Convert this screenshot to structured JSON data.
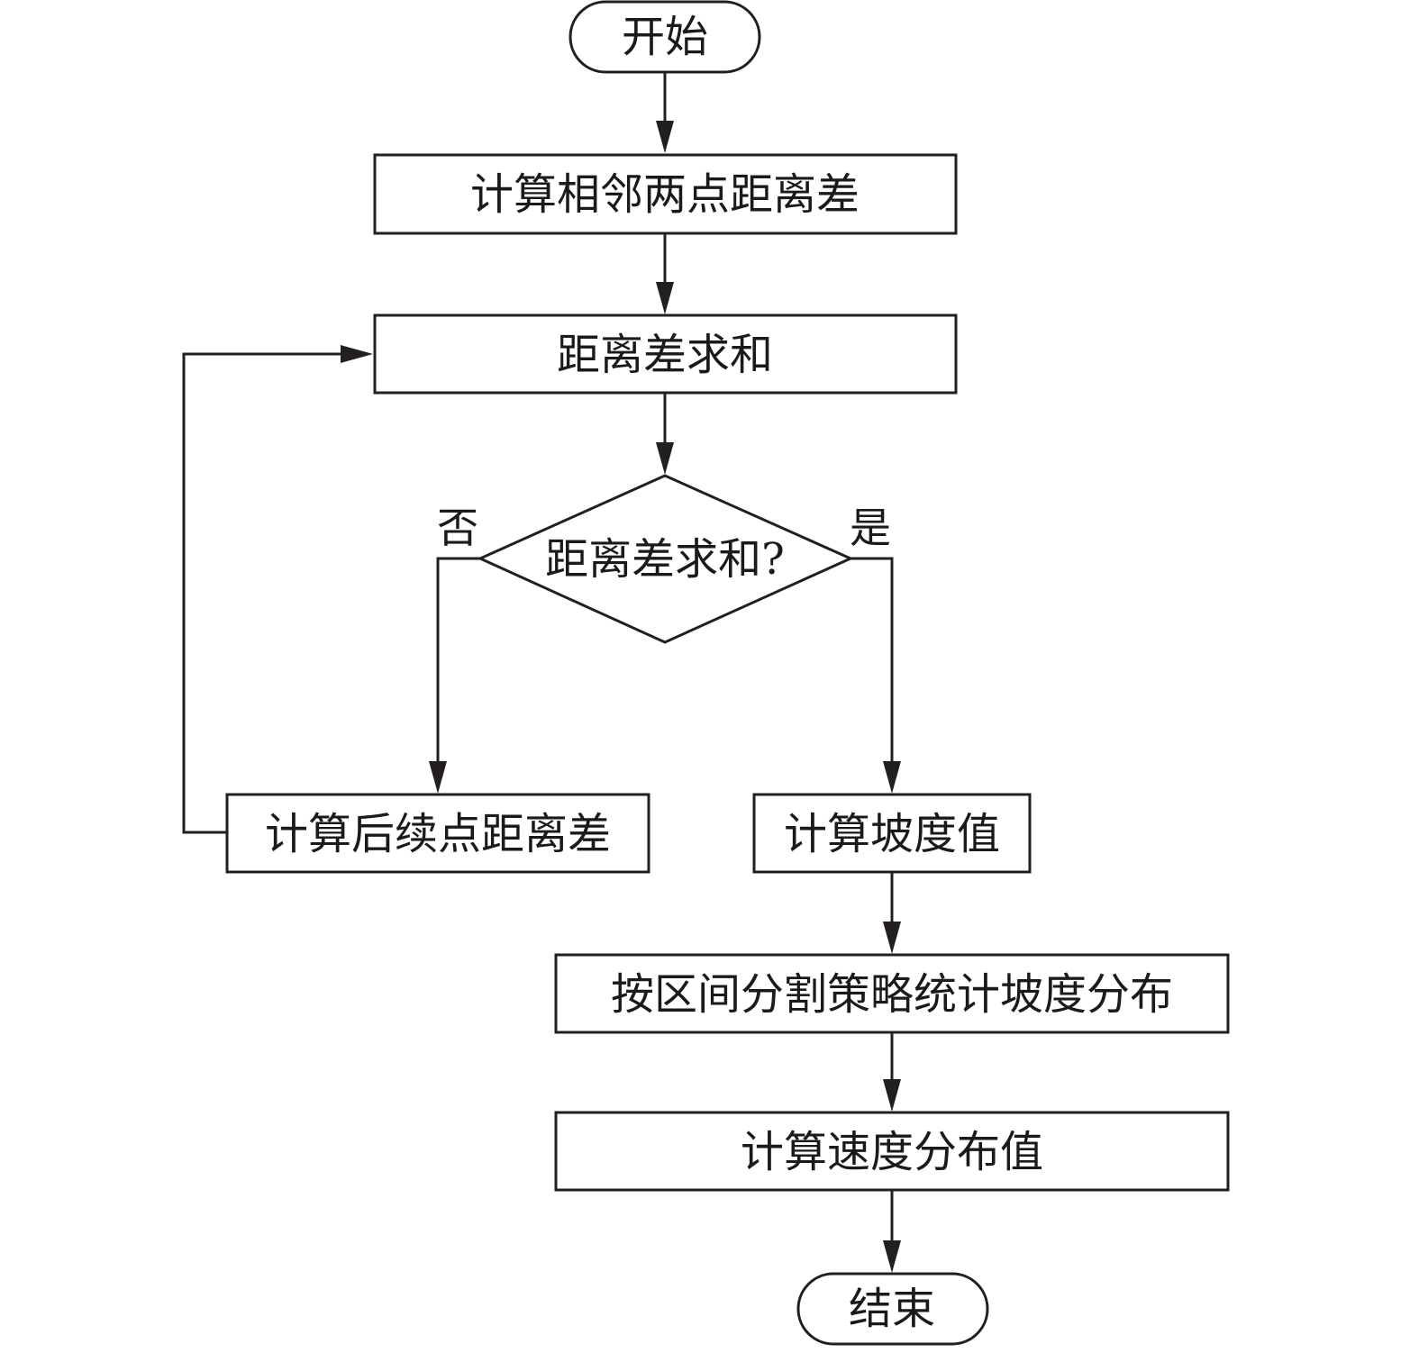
{
  "diagram": {
    "type": "flowchart",
    "nodes": {
      "start": {
        "label": "开始",
        "shape": "terminal"
      },
      "calc_adjacent": {
        "label": "计算相邻两点距离差",
        "shape": "process"
      },
      "sum_diff": {
        "label": "距离差求和",
        "shape": "process"
      },
      "decision": {
        "label": "距离差求和?",
        "shape": "decision"
      },
      "calc_next": {
        "label": "计算后续点距离差",
        "shape": "process"
      },
      "calc_slope": {
        "label": "计算坡度值",
        "shape": "process"
      },
      "stat_slope": {
        "label": "按区间分割策略统计坡度分布",
        "shape": "process"
      },
      "calc_speed": {
        "label": "计算速度分布值",
        "shape": "process"
      },
      "end": {
        "label": "结束",
        "shape": "terminal"
      }
    },
    "edge_labels": {
      "no": "否",
      "yes": "是"
    },
    "edges": [
      {
        "from": "start",
        "to": "calc_adjacent"
      },
      {
        "from": "calc_adjacent",
        "to": "sum_diff"
      },
      {
        "from": "sum_diff",
        "to": "decision"
      },
      {
        "from": "decision",
        "to": "calc_next",
        "label": "否"
      },
      {
        "from": "decision",
        "to": "calc_slope",
        "label": "是"
      },
      {
        "from": "calc_next",
        "to": "sum_diff"
      },
      {
        "from": "calc_slope",
        "to": "stat_slope"
      },
      {
        "from": "stat_slope",
        "to": "calc_speed"
      },
      {
        "from": "calc_speed",
        "to": "end"
      }
    ],
    "colors": {
      "stroke": "#231f20",
      "fill": "#ffffff",
      "text": "#1a1a1a"
    }
  }
}
